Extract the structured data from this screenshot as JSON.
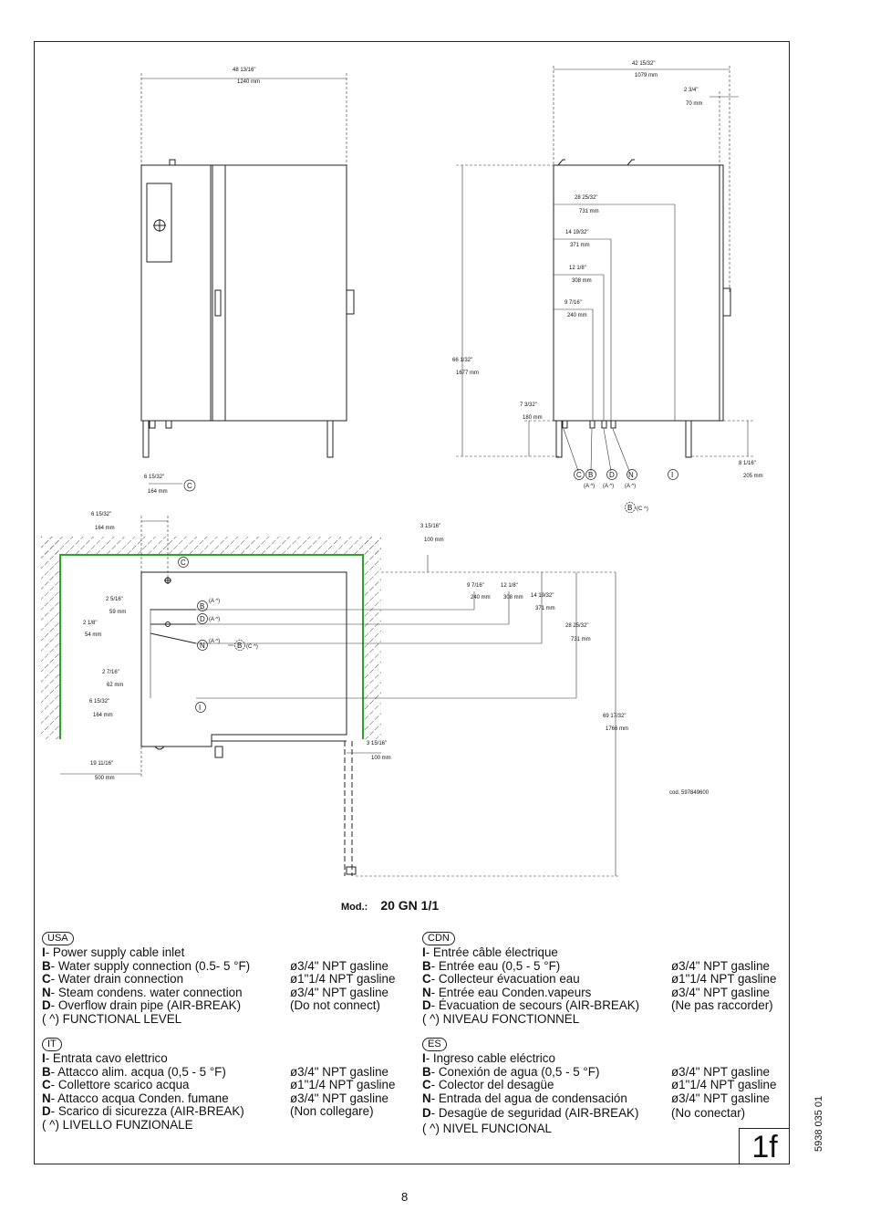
{
  "dims": {
    "front_width_in": "48 13/16\"",
    "front_width_mm": "1240   mm",
    "side_depth_in": "42 15/32\"",
    "side_depth_mm": "1079   mm",
    "handle_in": "2 3/4\"",
    "handle_mm": "70   mm",
    "d731_in": "28 25/32\"",
    "d731_mm": "731   mm",
    "d371_in": "14 19/32\"",
    "d371_mm": "371   mm",
    "d308_in": "12 1/8\"",
    "d308_mm": "308   mm",
    "d240_in": "9 7/16\"",
    "d240_mm": "240   mm",
    "height_in": "66 1/32\"",
    "height_mm": "1677   mm",
    "d180_in": "7 3/32\"",
    "d180_mm": "180   mm",
    "d205_in": "8 1/16\"",
    "d205_mm": "205   mm",
    "d164_in": "6 15/32\"",
    "d164_mm": "164   mm",
    "d100_in": "3 15/16\"",
    "d100_mm": "100   mm",
    "d59_in": "2 5/16\"",
    "d59_mm": "59   mm",
    "d54_in": "2 1/8\"",
    "d54_mm": "54   mm",
    "d62_in": "2 7/16\"",
    "d62_mm": "62   mm",
    "d500_in": "19 11/16\"",
    "d500_mm": "500   mm",
    "d1766_in": "69 17/32\"",
    "d1766_mm": "1766   mm"
  },
  "labels": {
    "C": "C",
    "B": "B",
    "D": "D",
    "N": "N",
    "I": "I",
    "A_func": "(A ^)",
    "C_func": "(C ^)"
  },
  "cod": "cod. 597849600",
  "model": {
    "prefix": "Mod.:",
    "name": "20 GN 1/1"
  },
  "legends": {
    "usa": {
      "badge": "USA",
      "rows": [
        {
          "key": "I",
          "text": " - Power supply cable inlet",
          "spec": ""
        },
        {
          "key": "B",
          "text": " - Water supply connection (0.5- 5 °F)",
          "spec": "ø3/4\"   NPT gasline"
        },
        {
          "key": "C",
          "text": " - Water drain connection",
          "spec": "ø1\"1/4 NPT gasline"
        },
        {
          "key": "N",
          "text": " - Steam condens. water connection",
          "spec": "ø3/4\"   NPT gasline"
        },
        {
          "key": "D",
          "text": " - Overflow drain pipe (AIR-BREAK)",
          "spec": "(Do not connect)"
        },
        {
          "key": "",
          "text": "( ^)   FUNCTIONAL LEVEL",
          "spec": ""
        }
      ]
    },
    "cdn": {
      "badge": "CDN",
      "rows": [
        {
          "key": "I",
          "text": " - Entrée câble électrique",
          "spec": ""
        },
        {
          "key": "B",
          "text": " - Entrée eau (0,5 - 5 °F)",
          "spec": "ø3/4\"   NPT gasline"
        },
        {
          "key": "C",
          "text": " - Collecteur évacuation eau",
          "spec": "ø1\"1/4 NPT gasline"
        },
        {
          "key": "N",
          "text": " - Entrée eau Conden.vapeurs",
          "spec": "ø3/4\"   NPT gasline"
        },
        {
          "key": "D",
          "text": " - Évacuation de secours (AIR-BREAK)",
          "spec": "(Ne pas raccorder)"
        },
        {
          "key": "",
          "text": "( ^)   NIVEAU FONCTIONNEL",
          "spec": ""
        }
      ]
    },
    "it": {
      "badge": "IT",
      "rows": [
        {
          "key": "I",
          "text": " - Entrata cavo elettrico",
          "spec": ""
        },
        {
          "key": "B",
          "text": " - Attacco alim. acqua (0,5 - 5 °F)",
          "spec": "ø3/4\"   NPT gasline"
        },
        {
          "key": "C",
          "text": " - Collettore scarico acqua",
          "spec": "ø1\"1/4 NPT gasline"
        },
        {
          "key": "N",
          "text": " - Attacco acqua Conden.  fumane",
          "spec": "ø3/4\"   NPT gasline"
        },
        {
          "key": "D",
          "text": " - Scarico di sicurezza (AIR-BREAK)",
          "spec": "(Non  collegare)"
        },
        {
          "key": "",
          "text": "( ^)   LIVELLO FUNZIONALE",
          "spec": ""
        }
      ]
    },
    "es": {
      "badge": "ES",
      "rows": [
        {
          "key": "I",
          "text": " - Ingreso cable eléctrico",
          "spec": ""
        },
        {
          "key": "B",
          "text": " - Conexión de agua (0,5 - 5 °F)",
          "spec": "ø3/4\"   NPT gasline"
        },
        {
          "key": "C",
          "text": " - Colector del desagüe",
          "spec": "ø1\"1/4 NPT gasline"
        },
        {
          "key": "N",
          "text": " - Entrada del agua de condensación",
          "spec": "ø3/4\"   NPT gasline"
        },
        {
          "key": "D",
          "text": " - Desagüe de seguridad (AIR-BREAK)",
          "spec": "(No conectar)"
        },
        {
          "key": "",
          "text": "( ^)   NIVEL FUNCIONAL",
          "spec": ""
        }
      ]
    }
  },
  "doc_number": "5938 035 01",
  "page_ref": "1f",
  "page_number": "8"
}
